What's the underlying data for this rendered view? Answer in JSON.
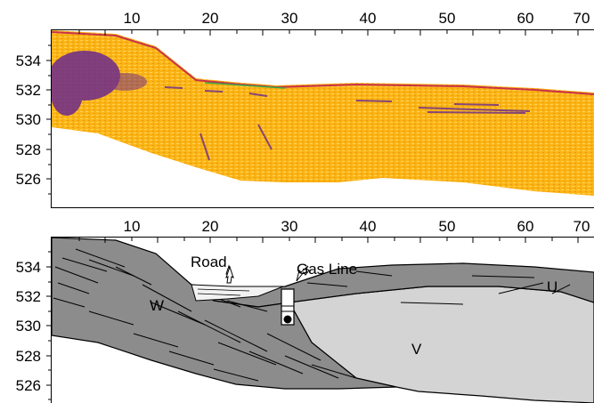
{
  "top_panel": {
    "x_ticks": [
      "10",
      "20",
      "30",
      "40",
      "50",
      "60",
      "70"
    ],
    "y_ticks": [
      "534",
      "532",
      "530",
      "528",
      "526"
    ],
    "colors": {
      "fill": "#fbb414",
      "fill_light": "#ffd25a",
      "dark": "#6a2a8c",
      "surface": "#c8324a",
      "accent_green": "#3aa84a"
    }
  },
  "bottom_panel": {
    "x_ticks": [
      "10",
      "20",
      "30",
      "40",
      "50",
      "60",
      "70"
    ],
    "y_ticks": [
      "534",
      "532",
      "530",
      "528",
      "526"
    ],
    "labels": {
      "road": "Road",
      "gas_line": "Gas Line",
      "unit_w": "W",
      "unit_v": "V",
      "unit_u": "U"
    },
    "colors": {
      "unit_w": "#8c8c8c",
      "unit_v": "#d4d4d4",
      "unit_u": "#8c8c8c",
      "road_fill": "#f2f2f2"
    }
  }
}
